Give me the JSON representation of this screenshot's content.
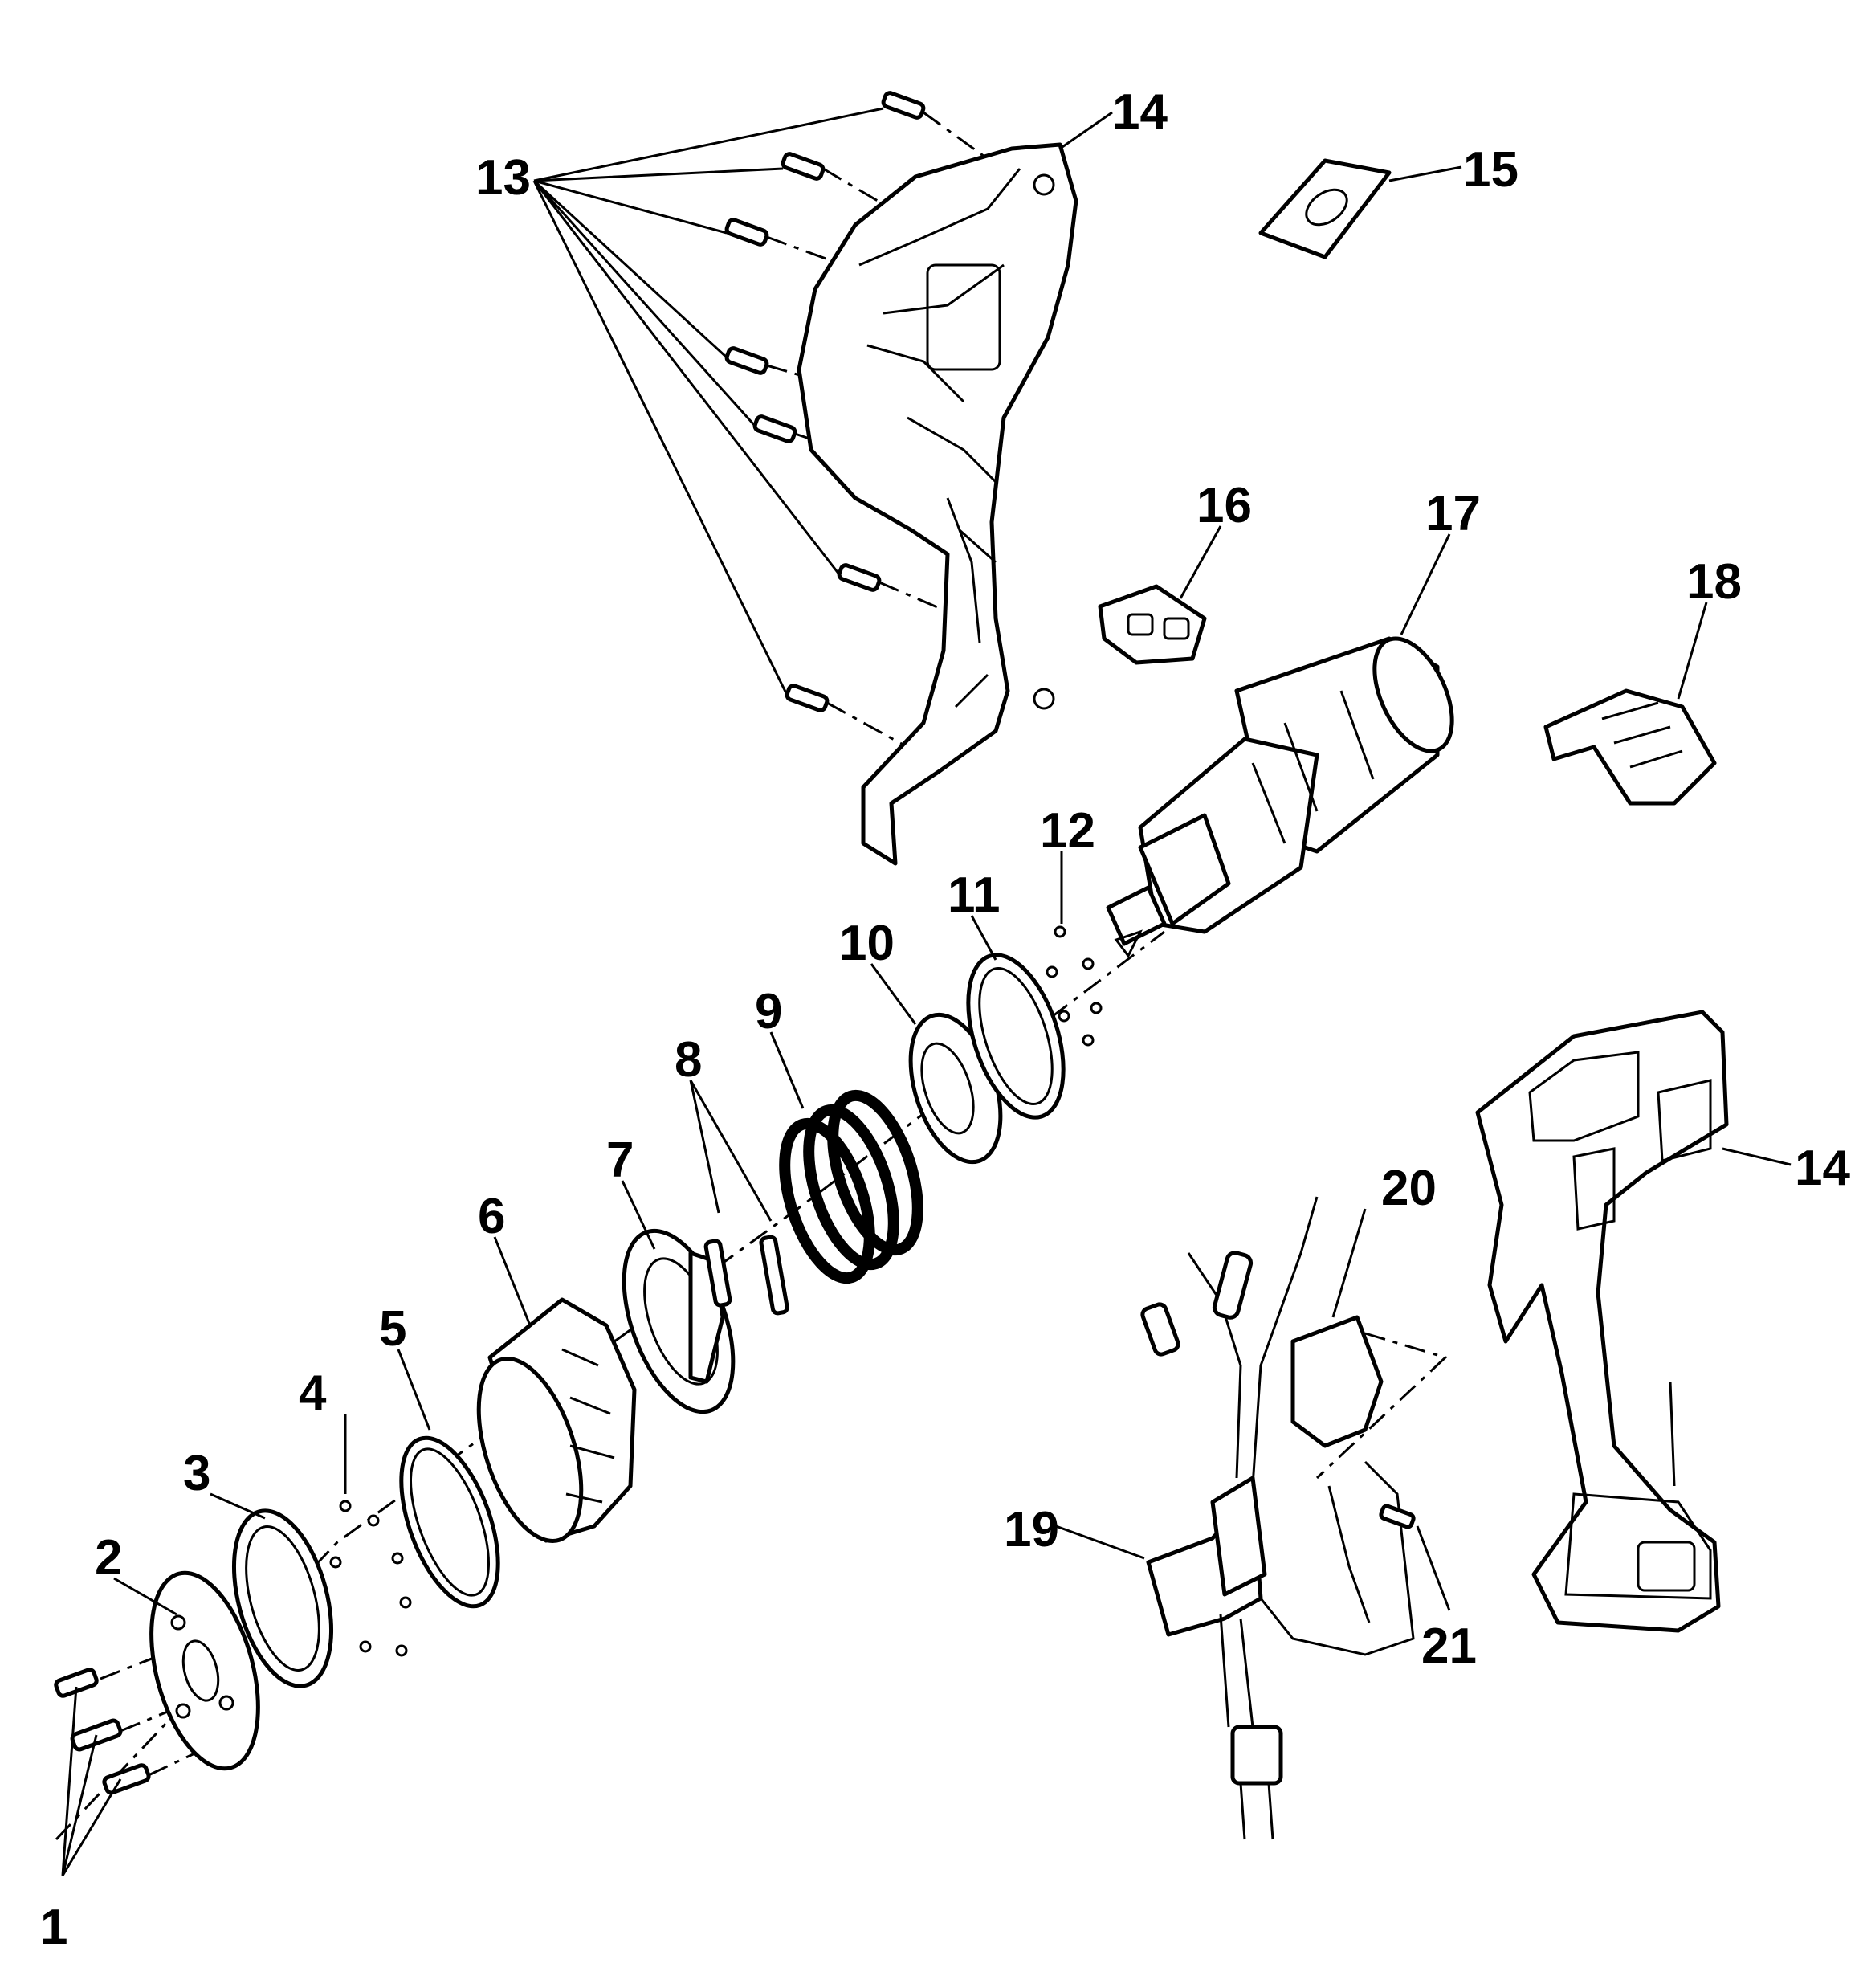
{
  "diagram": {
    "labels": {
      "p1": "1",
      "p2": "2",
      "p3": "3",
      "p4": "4",
      "p5": "5",
      "p6": "6",
      "p7": "7",
      "p8": "8",
      "p9": "9",
      "p10": "10",
      "p11": "11",
      "p12": "12",
      "p13": "13",
      "p14a": "14",
      "p14b": "14",
      "p15": "15",
      "p16": "16",
      "p17": "17",
      "p18": "18",
      "p19": "19",
      "p20": "20",
      "p21": "21"
    }
  }
}
